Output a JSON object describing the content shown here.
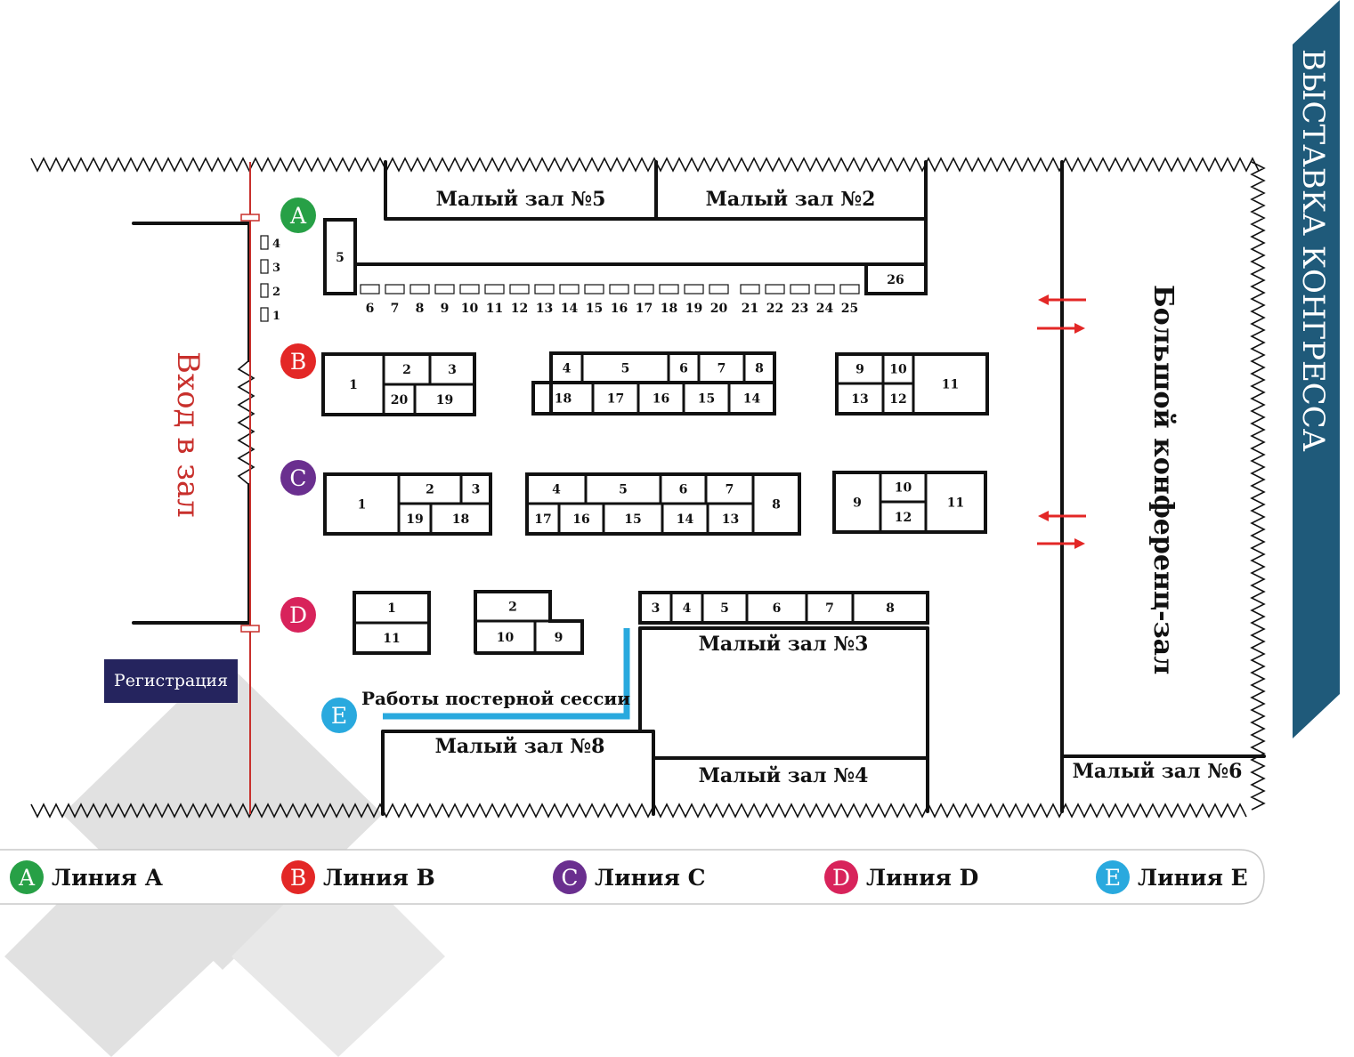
{
  "banner": {
    "text": "ВЫСТАВКА КОНГРЕССА"
  },
  "entrance": {
    "label": "Вход в зал"
  },
  "registration": {
    "label": "Регистрация"
  },
  "big_hall": {
    "label": "Большой конференц-зал"
  },
  "poster": {
    "label": "Работы постерной сессии"
  },
  "halls": {
    "hall5": "Малый зал №5",
    "hall2": "Малый зал №2",
    "hall3": "Малый зал №3",
    "hall8": "Малый зал №8",
    "hall4": "Малый зал №4",
    "hall6": "Малый зал №6"
  },
  "lines": [
    {
      "letter": "A",
      "label": "Линия А",
      "color": "#27a046"
    },
    {
      "letter": "B",
      "label": "Линия В",
      "color": "#e32726"
    },
    {
      "letter": "C",
      "label": "Линия С",
      "color": "#6a2f8f"
    },
    {
      "letter": "D",
      "label": "Линия D",
      "color": "#d8235b"
    },
    {
      "letter": "E",
      "label": "Линия Е",
      "color": "#29a9de"
    }
  ],
  "entrance_booths": [
    "4",
    "3",
    "2",
    "1"
  ],
  "row_a": {
    "booth5": "5",
    "booth26": "26",
    "small": [
      "6",
      "7",
      "8",
      "9",
      "10",
      "11",
      "12",
      "13",
      "14",
      "15",
      "16",
      "17",
      "18",
      "19",
      "20",
      "21",
      "22",
      "23",
      "24",
      "25"
    ]
  },
  "booths": {
    "B": [
      "1",
      "2",
      "3",
      "20",
      "19",
      "4",
      "5",
      "6",
      "7",
      "8",
      "18",
      "17",
      "16",
      "15",
      "14",
      "9",
      "10",
      "11",
      "13",
      "12"
    ],
    "C": [
      "1",
      "2",
      "3",
      "19",
      "18",
      "4",
      "5",
      "6",
      "7",
      "17",
      "16",
      "15",
      "14",
      "13",
      "8",
      "9",
      "10",
      "12",
      "11"
    ],
    "D": [
      "1",
      "11",
      "2",
      "10",
      "9",
      "3",
      "4",
      "5",
      "6",
      "7",
      "8"
    ]
  },
  "colors": {
    "banner": "#1f5a7a",
    "registration": "#25245e",
    "entrance_red": "#c8302c",
    "poster_blue": "#29a9de",
    "arrow_red": "#e32726"
  }
}
